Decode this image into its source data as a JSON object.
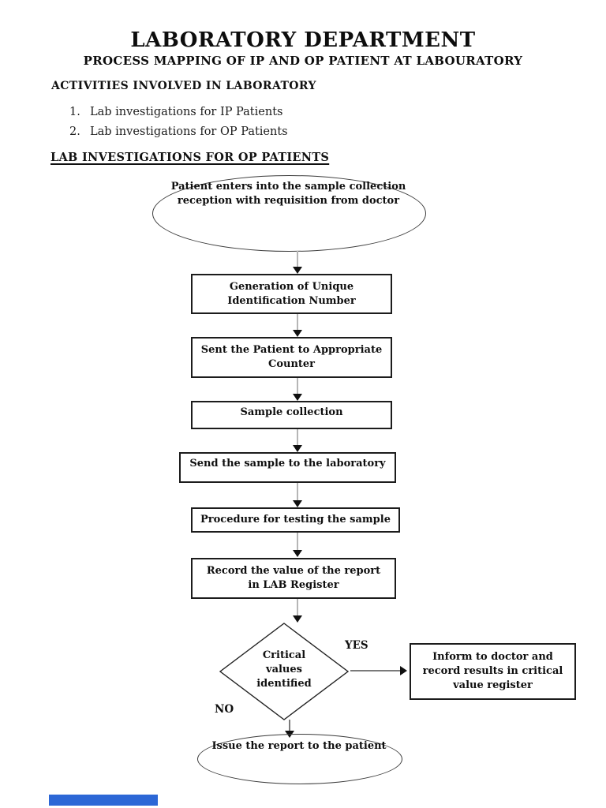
{
  "header": {
    "title": "LABORATORY DEPARTMENT",
    "subtitle": "PROCESS MAPPING OF IP AND OP PATIENT AT LABOURATORY"
  },
  "activities": {
    "heading": "ACTIVITIES INVOLVED IN LABORATORY",
    "items": [
      {
        "number": "1.",
        "label": "Lab investigations for IP Patients"
      },
      {
        "number": "2.",
        "label": "Lab investigations for OP Patients"
      }
    ]
  },
  "flow_section": {
    "heading": "LAB INVESTIGATIONS FOR OP PATIENTS"
  },
  "flowchart": {
    "start": "Patient enters into the sample collection\nreception with requisition from doctor",
    "steps": [
      "Generation of Unique\nIdentification Number",
      "Sent the Patient to Appropriate\nCounter",
      "Sample collection",
      "Send the sample to the laboratory",
      "Procedure for testing the sample",
      "Record the value of the report\nin LAB Register"
    ],
    "decision": "Critical\nvalues\nidentified",
    "yes_label": "YES",
    "no_label": "NO",
    "yes_action": "Inform to doctor and\nrecord results in critical\nvalue register",
    "end": "Issue the report to the patient"
  },
  "colors": {
    "ink": "#1c1c1c",
    "connector": "#b6b6b6",
    "connector_dark": "#7a7a7a",
    "arrow": "#101010",
    "highlight": "#2c67d6"
  }
}
